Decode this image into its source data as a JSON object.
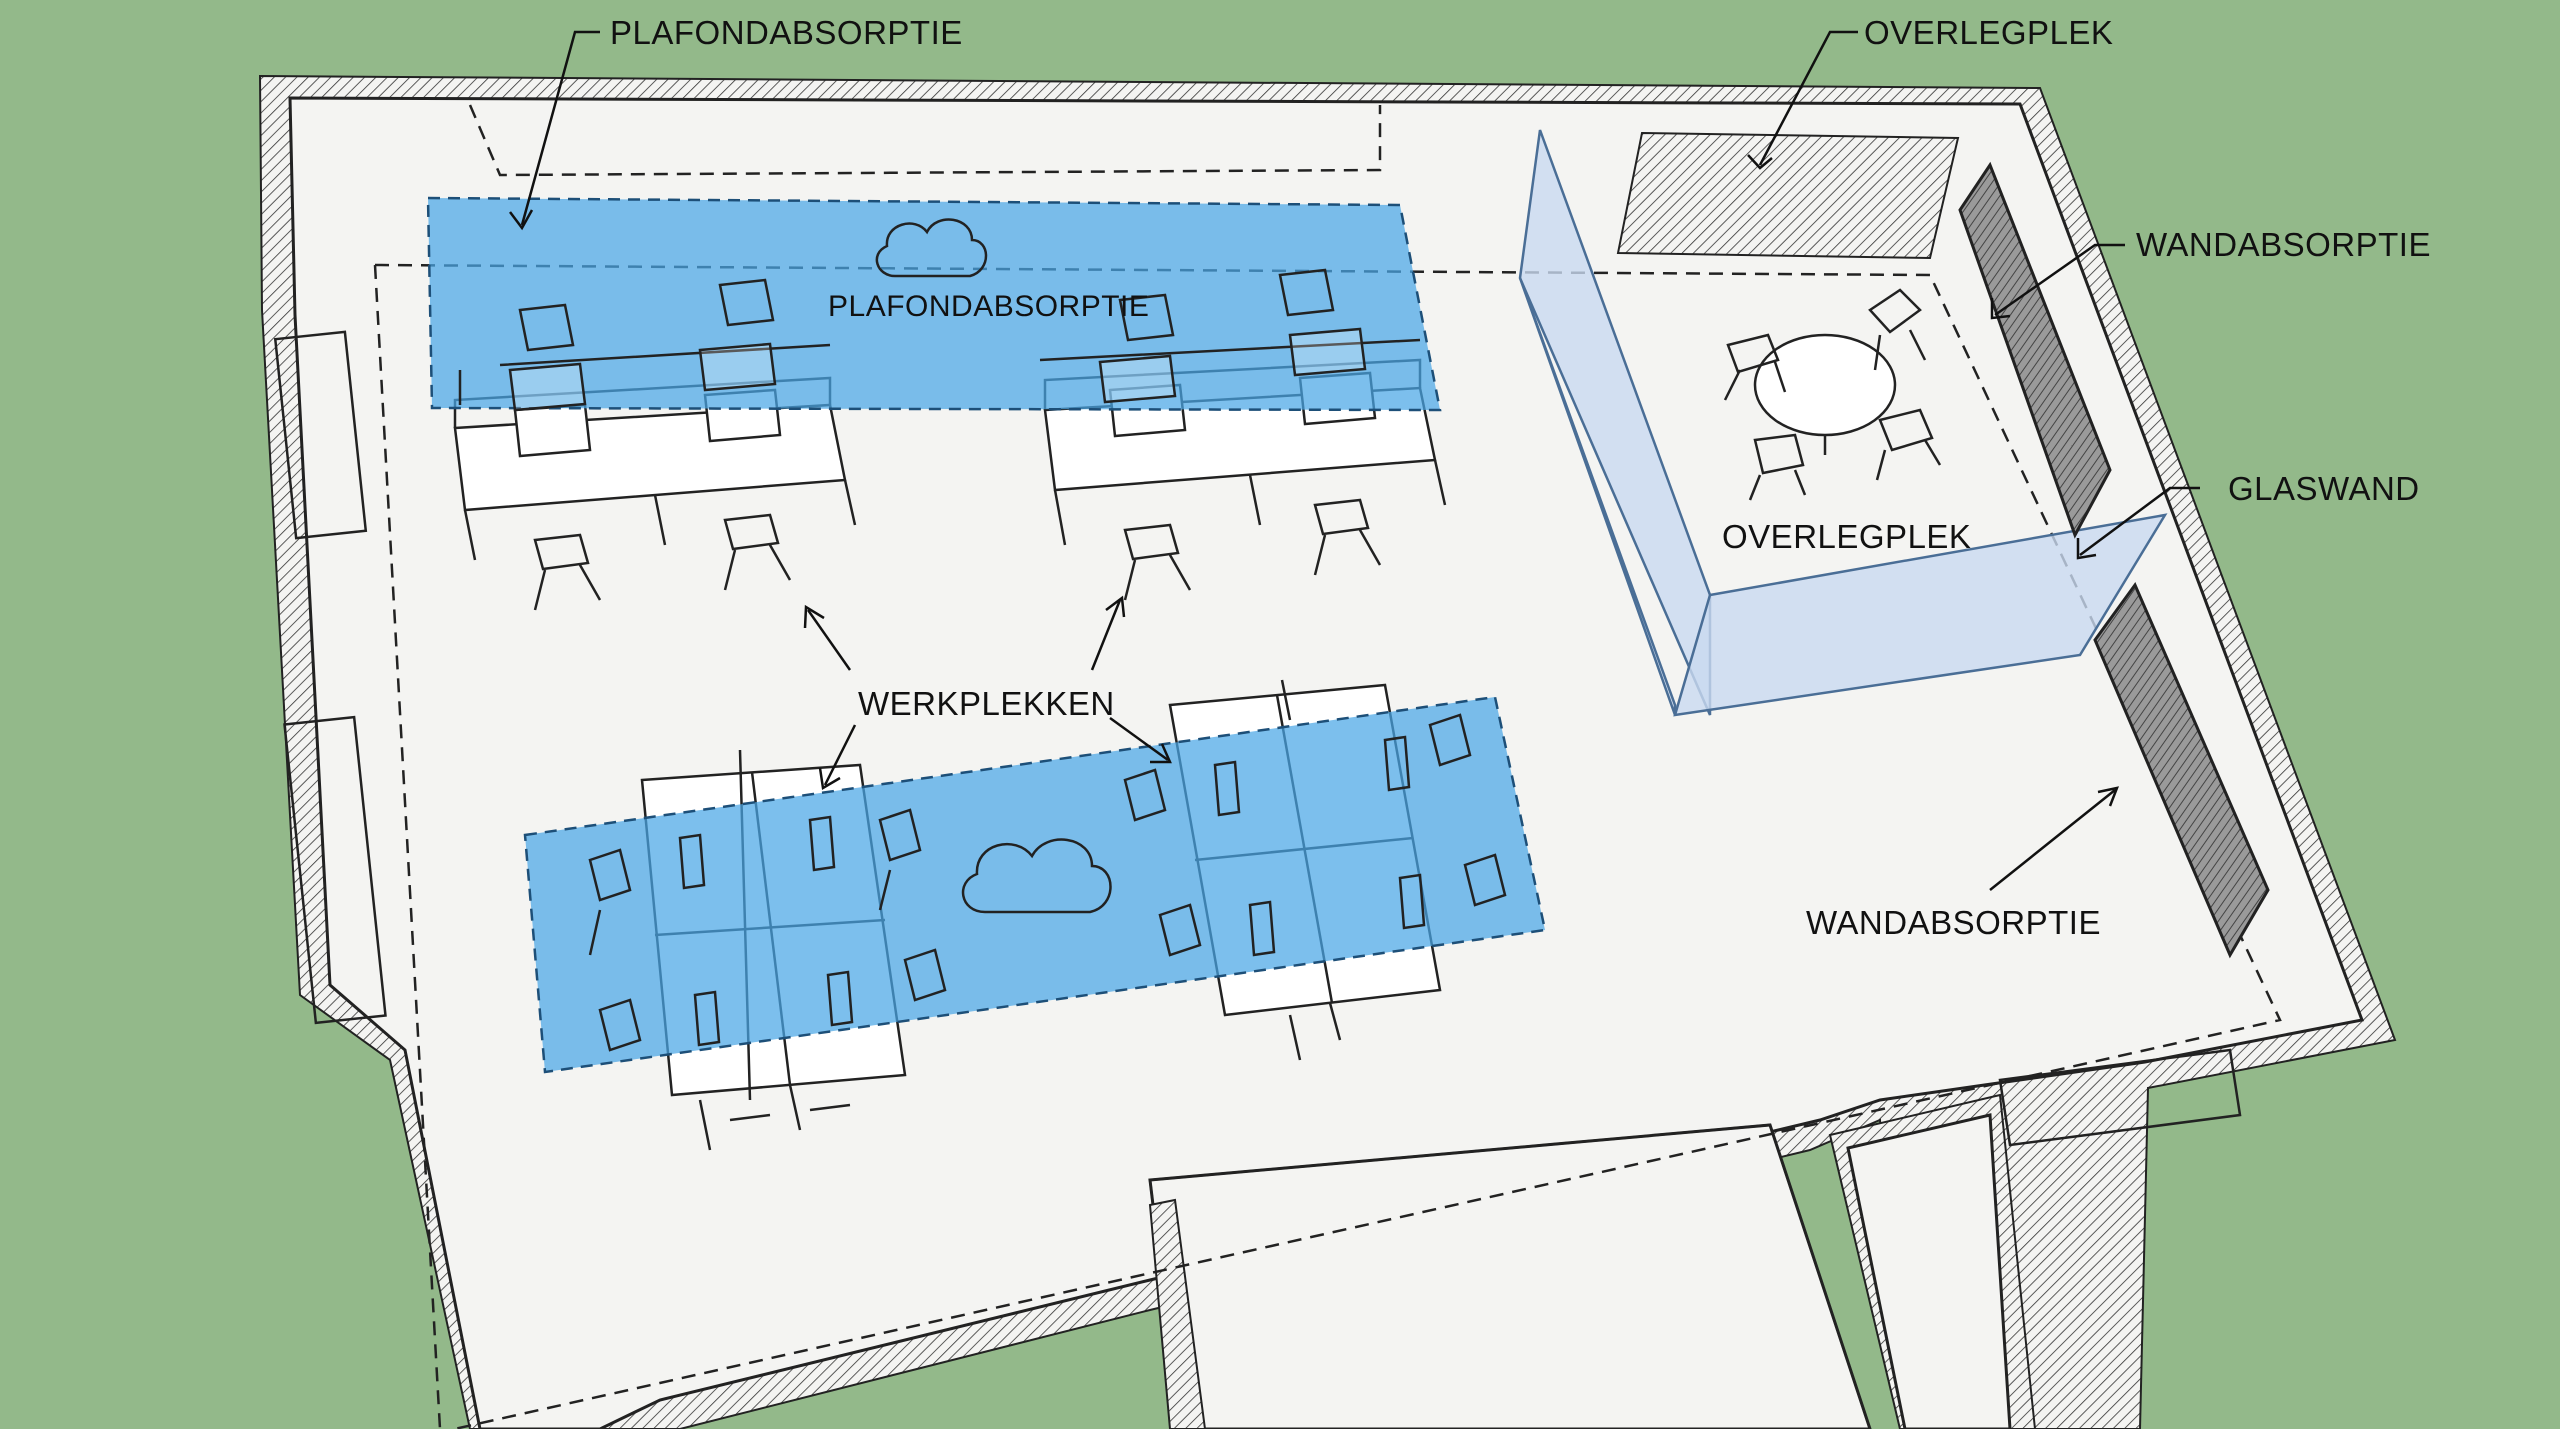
{
  "labels": {
    "ceiling_absorption_top": "PLAFONDABSORPTIE",
    "ceiling_absorption_inner": "PLAFONDABSORPTIE",
    "meeting_spot_top": "OVERLEGPLEK",
    "meeting_spot_inner": "OVERLEGPLEK",
    "wall_absorption_top": "WANDABSORPTIE",
    "wall_absorption_bottom": "WANDABSORPTIE",
    "glass_wall": "GLASWAND",
    "workstations": "WERKPLEKKEN"
  },
  "colors": {
    "background": "#93b98a",
    "absorption_zone": "#4aa6e6",
    "glass_wall": "#c9daf0",
    "floor": "#f4f4f2"
  },
  "icons": {
    "cloud": "cloud-icon"
  }
}
